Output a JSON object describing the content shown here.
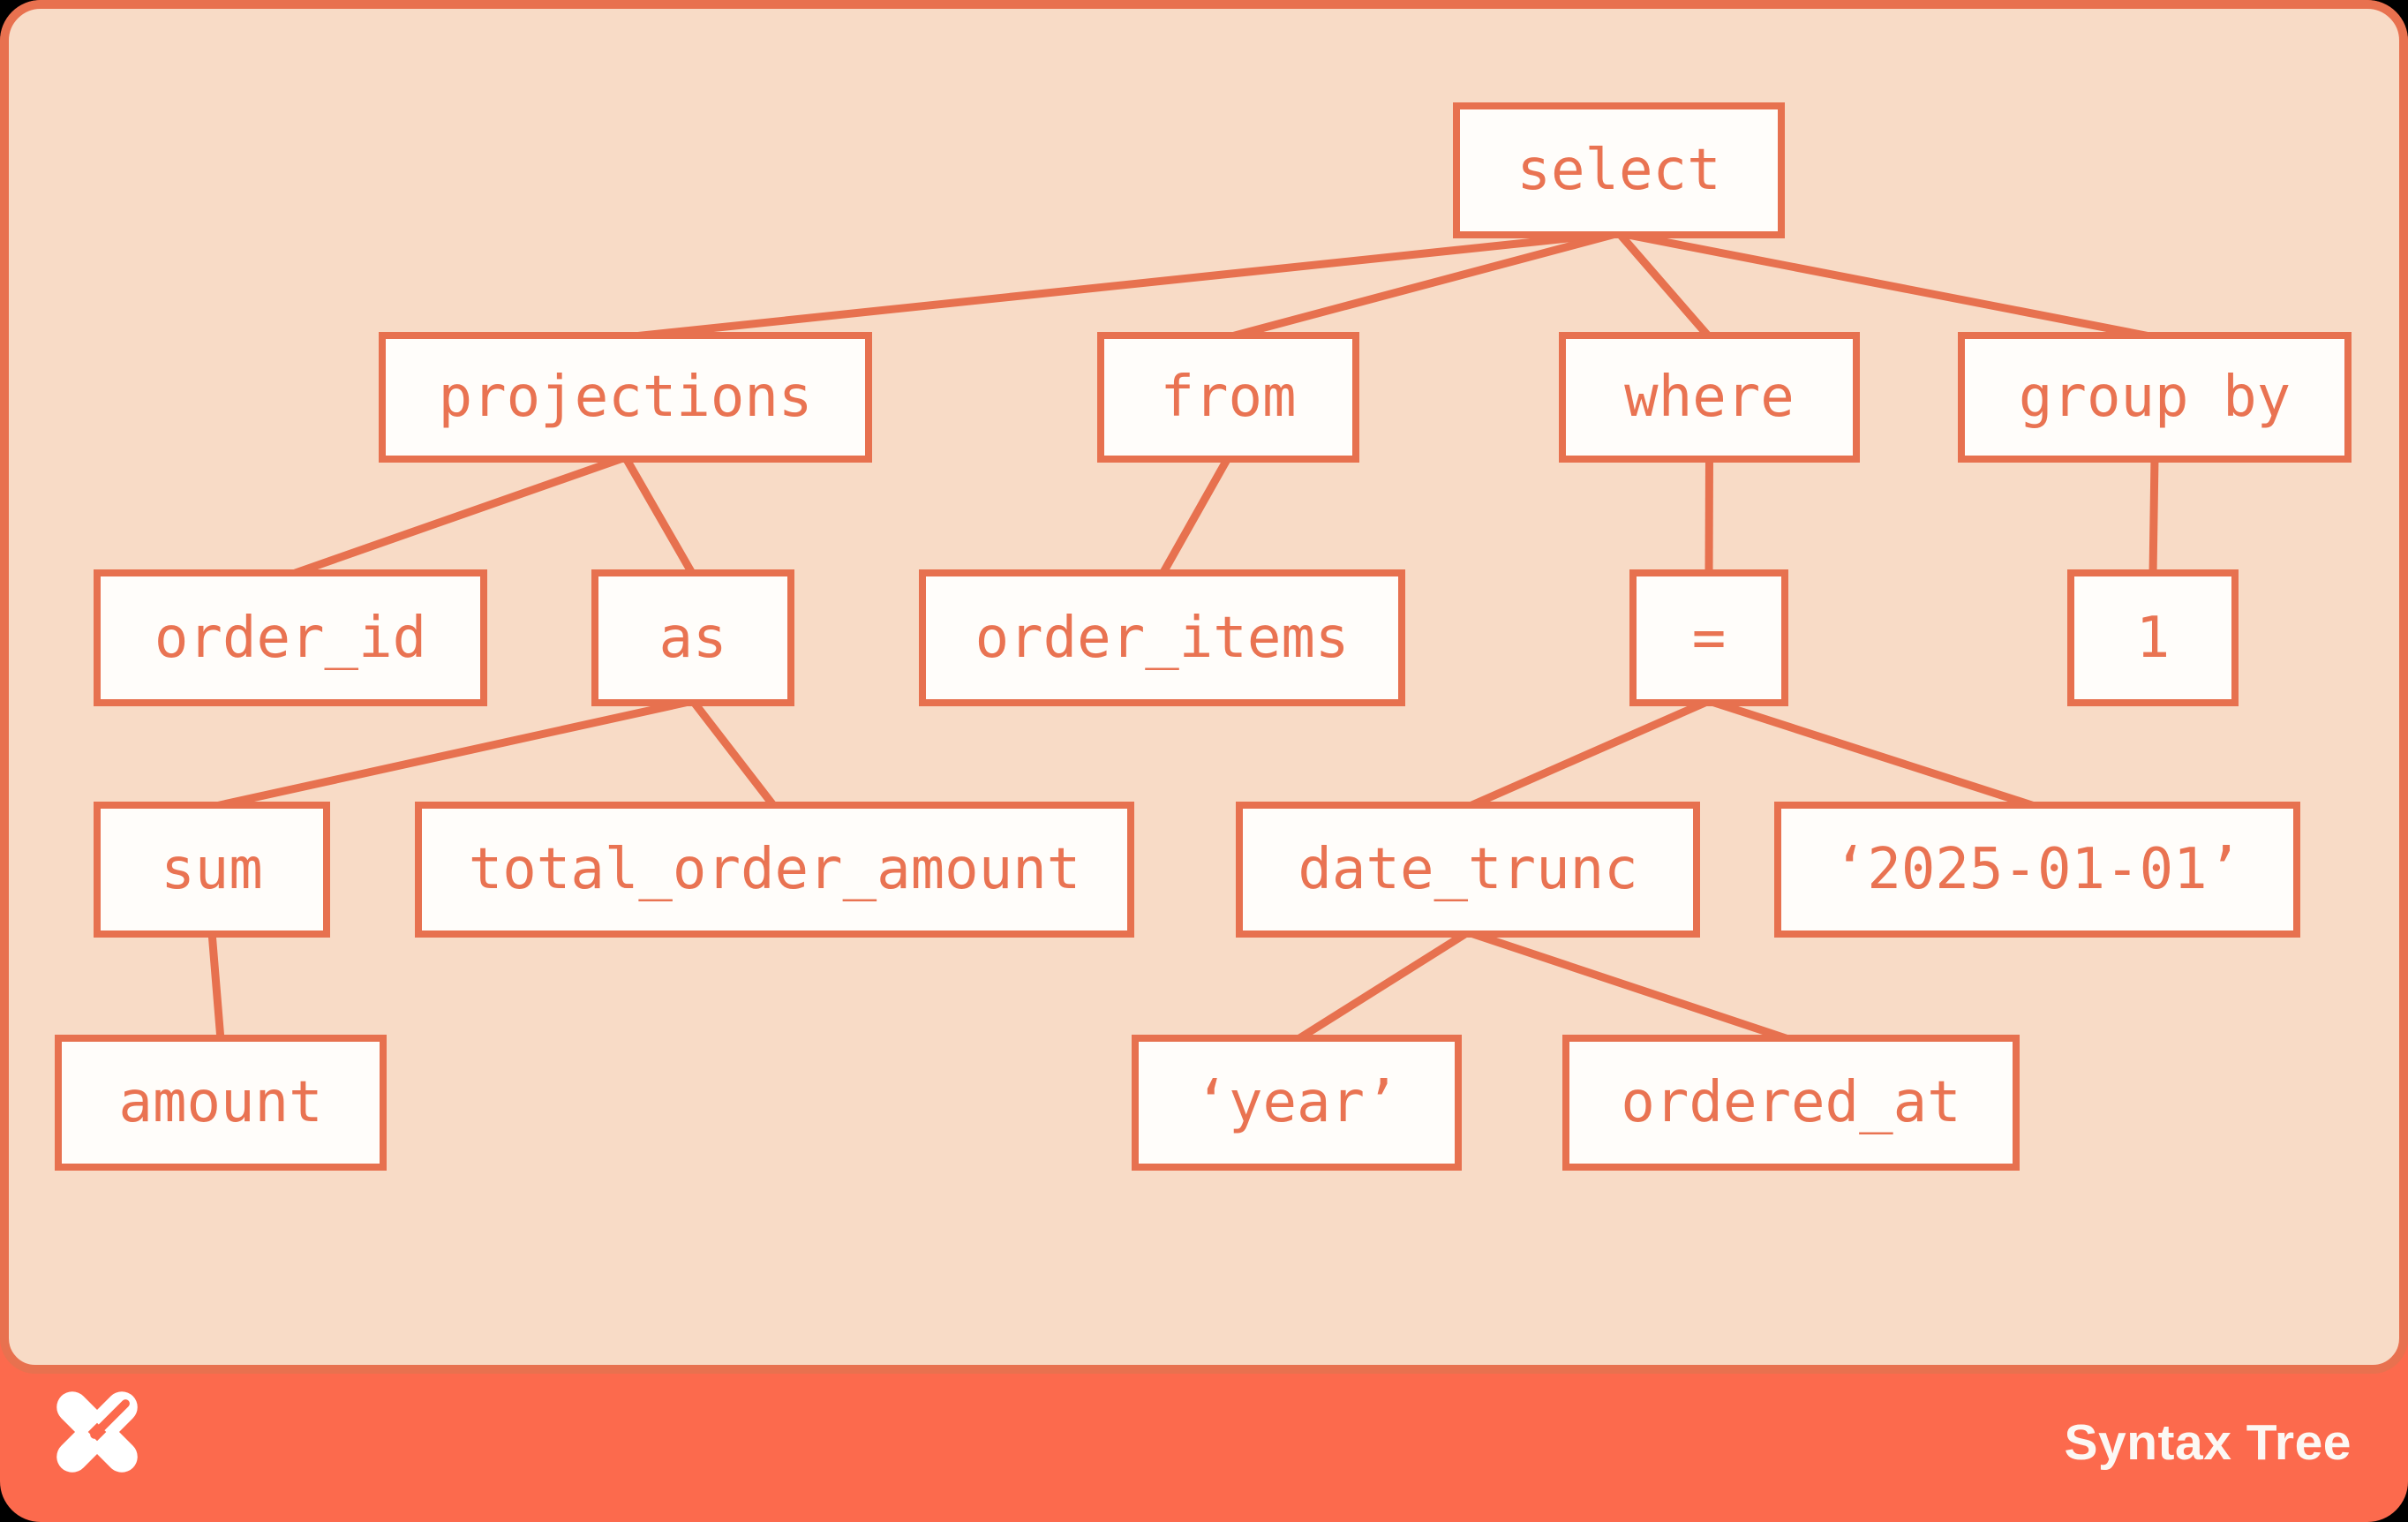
{
  "card_title": "Syntax Tree",
  "colors": {
    "card_coral": "#FC6A4D",
    "frame_orange": "#E8714F",
    "panel_peach": "#F8DBC6",
    "node_fill": "#FFFDFA",
    "node_border": "#E7714F",
    "node_text": "#E97352",
    "footer_text": "#FCF8F4"
  },
  "footer": {
    "logo_icon": "dbt-pinwheel-logo",
    "label": "Syntax Tree"
  },
  "tree": {
    "root": "select",
    "nodes": [
      {
        "id": "select",
        "label": "select"
      },
      {
        "id": "projections",
        "label": "projections"
      },
      {
        "id": "from",
        "label": "from"
      },
      {
        "id": "where",
        "label": "where"
      },
      {
        "id": "group_by",
        "label": "group by"
      },
      {
        "id": "order_id",
        "label": "order_id"
      },
      {
        "id": "as",
        "label": "as"
      },
      {
        "id": "order_items",
        "label": "order_items"
      },
      {
        "id": "eq",
        "label": "="
      },
      {
        "id": "one",
        "label": "1"
      },
      {
        "id": "sum",
        "label": "sum"
      },
      {
        "id": "total_order_amount",
        "label": "total_order_amount"
      },
      {
        "id": "date_trunc",
        "label": "date_trunc"
      },
      {
        "id": "date_literal",
        "label": "‘2025-01-01’"
      },
      {
        "id": "amount",
        "label": "amount"
      },
      {
        "id": "year_literal",
        "label": "‘year’"
      },
      {
        "id": "ordered_at",
        "label": "ordered_at"
      }
    ],
    "edges": [
      [
        "select",
        "projections"
      ],
      [
        "select",
        "from"
      ],
      [
        "select",
        "where"
      ],
      [
        "select",
        "group_by"
      ],
      [
        "projections",
        "order_id"
      ],
      [
        "projections",
        "as"
      ],
      [
        "from",
        "order_items"
      ],
      [
        "where",
        "eq"
      ],
      [
        "group_by",
        "one"
      ],
      [
        "as",
        "sum"
      ],
      [
        "as",
        "total_order_amount"
      ],
      [
        "eq",
        "date_trunc"
      ],
      [
        "eq",
        "date_literal"
      ],
      [
        "sum",
        "amount"
      ],
      [
        "date_trunc",
        "year_literal"
      ],
      [
        "date_trunc",
        "ordered_at"
      ]
    ]
  }
}
